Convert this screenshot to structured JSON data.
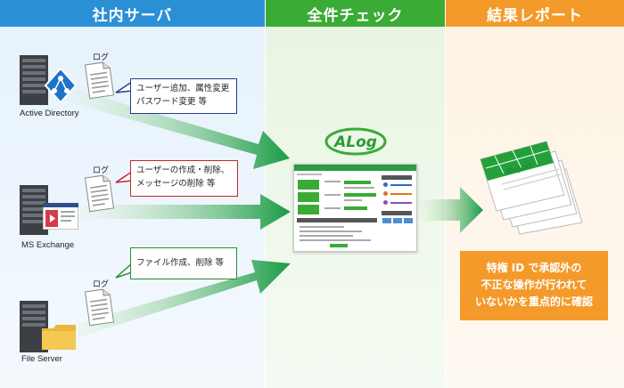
{
  "headers": {
    "servers": "社内サーバ",
    "check": "全件チェック",
    "report": "結果レポート"
  },
  "servers": [
    {
      "label": "Active Directory",
      "log_label": "ログ",
      "callout": [
        "ユーザー追加、属性変更",
        "パスワード変更 等"
      ]
    },
    {
      "label": "MS Exchange",
      "log_label": "ログ",
      "callout": [
        "ユーザーの作成・削除、",
        "メッセージの削除 等"
      ]
    },
    {
      "label": "File Server",
      "log_label": "ログ",
      "callout": [
        "ファイル作成、削除 等"
      ]
    }
  ],
  "logo": "ALog",
  "report_title": "Report",
  "note": [
    "特権 ID で承認外の",
    "不正な操作が行われて",
    "いないかを重点的に確認"
  ],
  "colors": {
    "servers_header": "#2b8fd6",
    "check_header": "#3aab35",
    "report_header": "#f39a2a",
    "arrow_green": "#1fa64a",
    "callout_border_1": "#2d3a8c",
    "callout_border_2": "#c0272d",
    "callout_border_3": "#2e8b3a"
  },
  "icons": [
    "server-rack-icon",
    "active-directory-icon",
    "exchange-window-icon",
    "folder-icon",
    "log-document-icon",
    "report-stack-icon"
  ]
}
